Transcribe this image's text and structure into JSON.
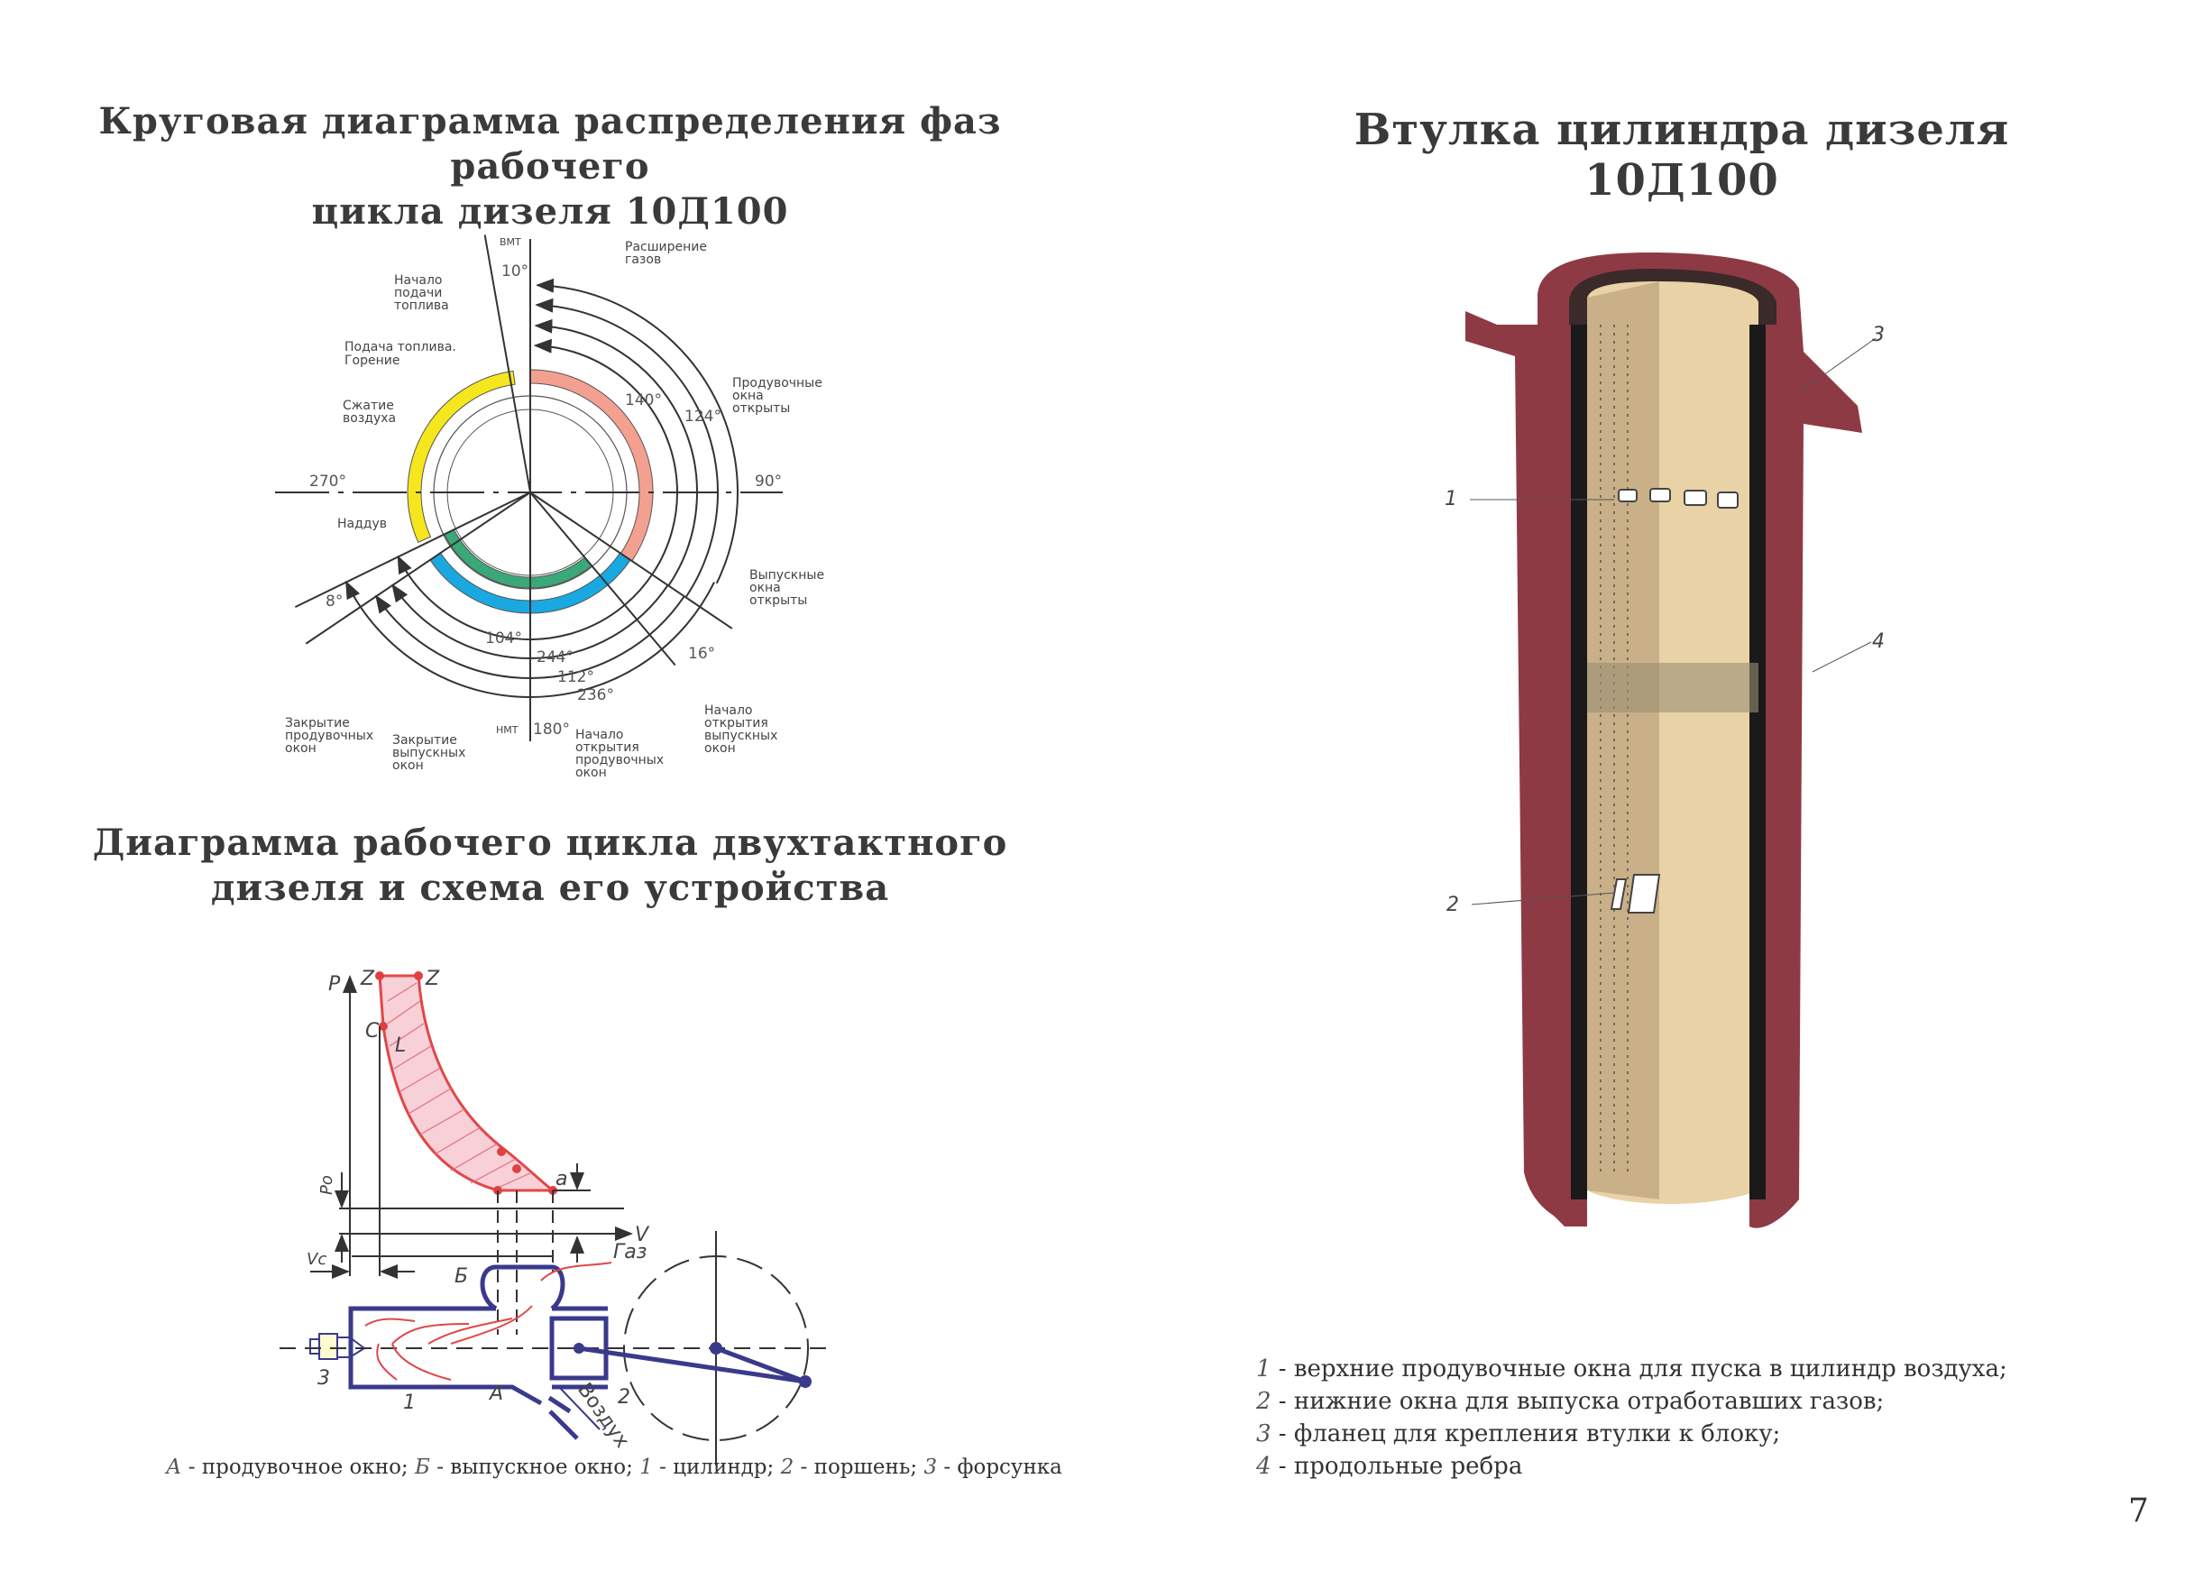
{
  "left_title_1": {
    "line1": "Круговая диаграмма распределения фаз рабочего",
    "line2": "цикла дизеля 10Д100"
  },
  "left_title_2": {
    "line1": "Диаграмма рабочего цикла двухтактного",
    "line2": "дизеля и схема его устройства"
  },
  "right_title": "Втулка цилиндра дизеля 10Д100",
  "phase_diagram": {
    "labels": {
      "vmt": "ВМТ",
      "nmt": "НМТ",
      "fuel_start": [
        "Начало",
        "подачи",
        "топлива"
      ],
      "expansion": [
        "Расширение",
        "газов"
      ],
      "fuel_combustion": [
        "Подача топлива.",
        "Горение"
      ],
      "compression": [
        "Сжатие",
        "воздуха"
      ],
      "scavenge_open": [
        "Продувочные",
        "окна",
        "открыты"
      ],
      "boost": "Наддув",
      "exhaust_open": [
        "Выпускные",
        "окна",
        "открыты"
      ],
      "scavenge_close": [
        "Закрытие",
        "продувочных",
        "окон"
      ],
      "exhaust_close": [
        "Закрытие",
        "выпускных",
        "окон"
      ],
      "scavenge_open_start": [
        "Начало",
        "открытия",
        "продувочных",
        "окон"
      ],
      "exhaust_open_start": [
        "Начало",
        "открытия",
        "выпускных",
        "окон"
      ]
    },
    "angles": {
      "a10": "10°",
      "a140": "140°",
      "a124": "124°",
      "a270": "270°",
      "a90": "90°",
      "a8": "8°",
      "a104": "104°",
      "a244": "244°",
      "a112": "112°",
      "a236": "236°",
      "a16": "16°",
      "a180": "180°"
    },
    "colors": {
      "compression": "#f5e61e",
      "expansion": "#f4a090",
      "scavenge": "#3aa878",
      "exhaust": "#1aa8e0"
    }
  },
  "pv_diagram": {
    "labels": {
      "p": "P",
      "z1": "Z",
      "z2": "Z",
      "c": "C",
      "l": "L",
      "po": "Pо",
      "a_point": "a",
      "v": "V",
      "vc": "Vc",
      "gas": "Газ",
      "b_window": "Б",
      "n3": "3",
      "n1": "1",
      "a_window": "А",
      "air": "Воздух",
      "n2": "2"
    }
  },
  "left_caption": [
    {
      "key": "А",
      "text": " - продувочное окно; "
    },
    {
      "key": "Б",
      "text": " - выпускное окно; "
    },
    {
      "key": "1",
      "text": " - цилиндр; "
    },
    {
      "key": "2",
      "text": " - поршень; "
    },
    {
      "key": "3",
      "text": " - форсунка"
    }
  ],
  "liner_callouts": {
    "c1": "1",
    "c2": "2",
    "c3": "3",
    "c4": "4"
  },
  "right_caption": [
    {
      "key": "1",
      "text": " - верхние продувочные окна для пуска в цилиндр воздуха;"
    },
    {
      "key": "2",
      "text": " - нижние окна для выпуска отработавших газов;"
    },
    {
      "key": "3",
      "text": " - фланец для крепления втулки к блоку;"
    },
    {
      "key": "4",
      "text": " - продольные ребра"
    }
  ],
  "page_number": "7"
}
